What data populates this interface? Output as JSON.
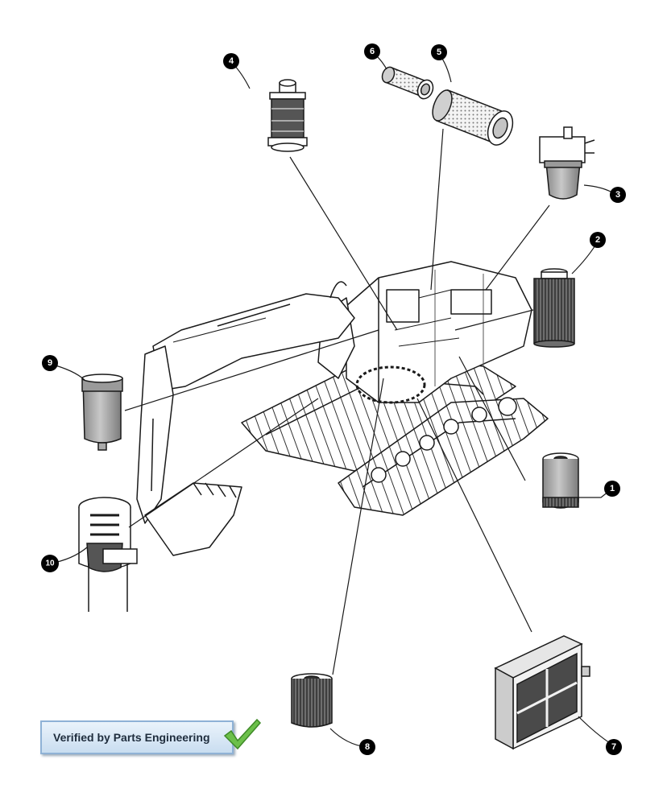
{
  "callouts": [
    {
      "label": "1"
    },
    {
      "label": "2"
    },
    {
      "label": "3"
    },
    {
      "label": "4"
    },
    {
      "label": "5"
    },
    {
      "label": "6"
    },
    {
      "label": "7"
    },
    {
      "label": "8"
    },
    {
      "label": "9"
    },
    {
      "label": "10"
    }
  ],
  "badge": {
    "text": "Verified by Parts Engineering"
  }
}
